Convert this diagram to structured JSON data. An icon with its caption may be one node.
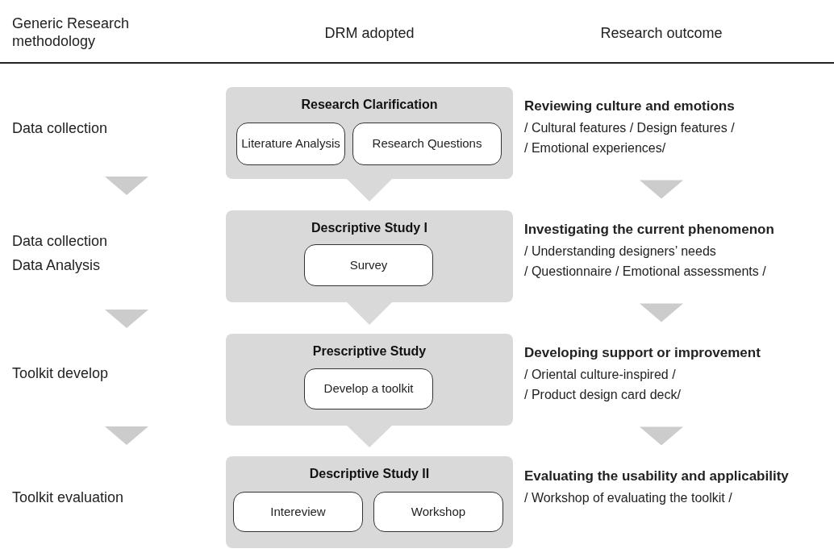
{
  "diagram": {
    "nodes": [
      {
        "text": [
          "Data collection"
        ]
      },
      {
        "text": [
          "Research Clarification"
        ]
      },
      {
        "text": [
          "Literature Analysis"
        ],
        "in": 1
      },
      {
        "text": [
          "Research Questions"
        ],
        "in": 1
      },
      {
        "text": [
          "Reviewing culture and emotions",
          "/ Cultural features / Design features /",
          "/ Emotional experiences/"
        ]
      },
      {
        "text": [
          "Data collection",
          "Data Analysis"
        ]
      },
      {
        "text": [
          "Descriptive Study I"
        ]
      },
      {
        "text": [
          "Survey"
        ],
        "in": 6
      },
      {
        "text": [
          "Investigating the current phenomenon",
          "/ Understanding designers’ needs",
          "/ Questionnaire / Emotional assessments /"
        ]
      },
      {
        "text": [
          "Toolkit develop"
        ]
      },
      {
        "text": [
          "Prescriptive Study"
        ]
      },
      {
        "text": [
          "Develop a toolkit"
        ],
        "in": 10
      },
      {
        "text": [
          "Developing support or improvement",
          "/ Oriental culture-inspired /",
          "/ Product design card deck/"
        ]
      },
      {
        "text": [
          "Toolkit evaluation"
        ]
      },
      {
        "text": [
          "Descriptive Study II"
        ]
      },
      {
        "text": [
          "Intereview"
        ],
        "in": 14
      },
      {
        "text": [
          "Workshop"
        ],
        "in": 14
      },
      {
        "text": [
          "Evaluating the usability and applicability",
          "/ Workshop of evaluating the toolkit /"
        ]
      }
    ],
    "edges": [
      {
        "from": 0,
        "to": 5,
        "arrow": "to"
      },
      {
        "from": 5,
        "to": 9,
        "arrow": "to"
      },
      {
        "from": 9,
        "to": 13,
        "arrow": "to"
      },
      {
        "from": 1,
        "to": 6,
        "arrow": "to"
      },
      {
        "from": 6,
        "to": 10,
        "arrow": "to"
      },
      {
        "from": 10,
        "to": 14,
        "arrow": "to"
      },
      {
        "from": 4,
        "to": 8,
        "arrow": "to"
      },
      {
        "from": 8,
        "to": 12,
        "arrow": "to"
      },
      {
        "from": 12,
        "to": 17,
        "arrow": "to"
      }
    ],
    "labels": [
      "Generic Research methodology",
      "DRM adopted",
      "Research outcome"
    ]
  }
}
